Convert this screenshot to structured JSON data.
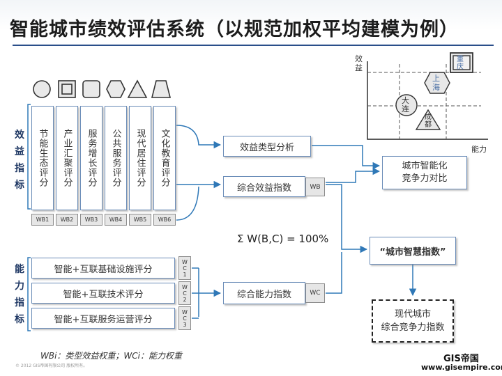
{
  "title": "智能城市绩效评估系统（以规范加权平均建模为例）",
  "benefit_label": [
    "效",
    "益",
    "指",
    "标"
  ],
  "capability_label": [
    "能",
    "力",
    "指",
    "标"
  ],
  "benefit_indicators": [
    {
      "label": "节能生态评分",
      "code": "WB1"
    },
    {
      "label": "产业汇聚评分",
      "code": "WB2"
    },
    {
      "label": "服务增长评分",
      "code": "WB3"
    },
    {
      "label": "公共服务评分",
      "code": "WB4"
    },
    {
      "label": "现代居住评分",
      "code": "WB5"
    },
    {
      "label": "文化教育评分",
      "code": "WB6"
    }
  ],
  "capability_indicators": [
    {
      "label": "智能+互联基础设施评分",
      "code": [
        "W",
        "C",
        "1"
      ]
    },
    {
      "label": "智能+互联技术评分",
      "code": [
        "W",
        "C",
        "2"
      ]
    },
    {
      "label": "智能+互联服务运营评分",
      "code": [
        "W",
        "C",
        "3"
      ]
    }
  ],
  "benefit_type_analysis": "效益类型分析",
  "composite_benefit": {
    "label": "综合效益指数",
    "code": "WB"
  },
  "composite_capability": {
    "label": "综合能力指数",
    "code": "WC"
  },
  "formula": "Σ W(B,C) = 100%",
  "city_competitiveness_compare": [
    "城市智能化",
    "竞争力对比"
  ],
  "smart_index": "“城市智慧指数”",
  "modern_city_index": [
    "现代城市",
    "综合竞争力指数"
  ],
  "scatter": {
    "y_axis_label": [
      "效",
      "益"
    ],
    "x_axis_label": "能力",
    "cities": [
      {
        "name": [
          "重",
          "庆"
        ],
        "shape": "square"
      },
      {
        "name": [
          "上",
          "海"
        ],
        "shape": "hexagon"
      },
      {
        "name": [
          "大",
          "连"
        ],
        "shape": "circle"
      },
      {
        "name": [
          "成",
          "都"
        ],
        "shape": "triangle"
      }
    ]
  },
  "legend_note": "WBi：类型效益权重；WCi：能力权重",
  "copyright": "© 2012 GIS帝国有限公司 版权所有。",
  "logo": "GIS帝国",
  "website": "www.gisempire.com"
}
